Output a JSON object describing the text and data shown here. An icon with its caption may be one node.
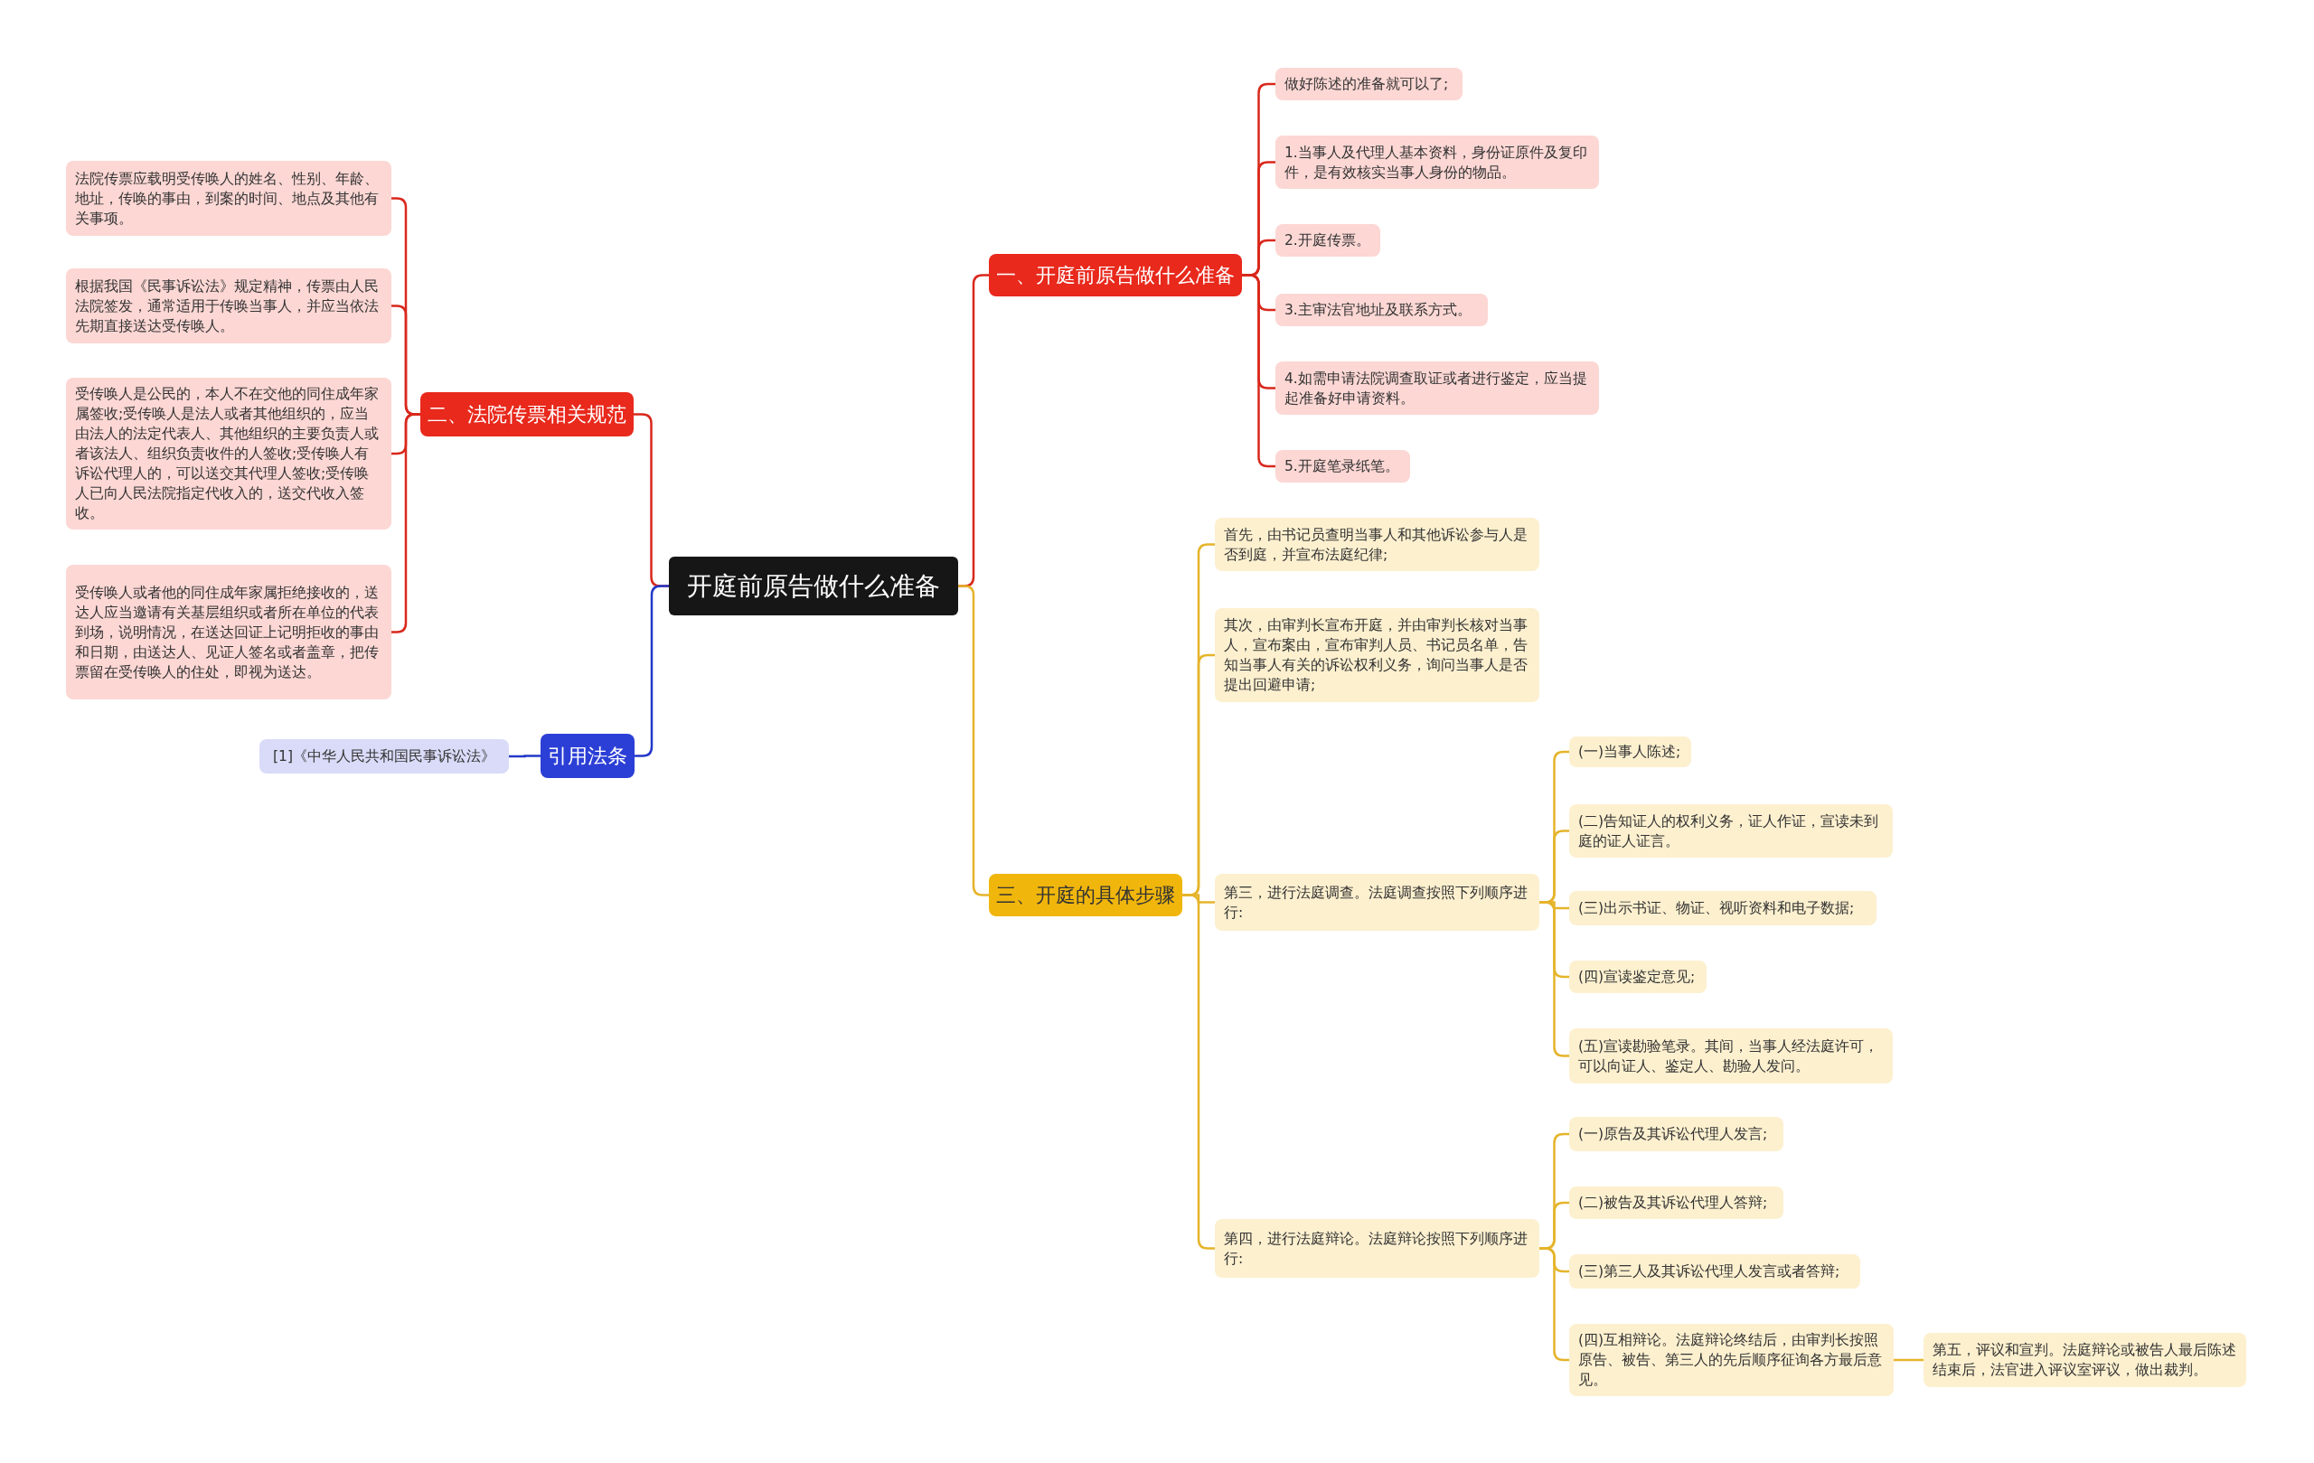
{
  "diagram": {
    "nodes": [
      {
        "text": [
          "开庭前原告做什么准备"
        ]
      },
      {
        "text": [
          "一、开庭前原告做什么准备"
        ]
      },
      {
        "text": [
          "做好陈述的准备就可以了;"
        ]
      },
      {
        "text": [
          "1.当事人及代理人基本资料，身份证原件及复印件，是有效核实当事人身份的物品。"
        ]
      },
      {
        "text": [
          "2.开庭传票。"
        ]
      },
      {
        "text": [
          "3.主审法官地址及联系方式。"
        ]
      },
      {
        "text": [
          "4.如需申请法院调查取证或者进行鉴定，应当提起准备好申请资料。"
        ]
      },
      {
        "text": [
          "5.开庭笔录纸笔。"
        ]
      },
      {
        "text": [
          "三、开庭的具体步骤"
        ]
      },
      {
        "text": [
          "首先，由书记员查明当事人和其他诉讼参与人是否到庭，并宣布法庭纪律;"
        ]
      },
      {
        "text": [
          "其次，由审判长宣布开庭，并由审判长核对当事人，宣布案由，宣布审判人员、书记员名单，告知当事人有关的诉讼权利义务，询问当事人是否提出回避申请;"
        ]
      },
      {
        "text": [
          "第三，进行法庭调查。法庭调查按照下列顺序进行:"
        ]
      },
      {
        "text": [
          "(一)当事人陈述;"
        ]
      },
      {
        "text": [
          "(二)告知证人的权利义务，证人作证，宣读未到庭的证人证言。"
        ]
      },
      {
        "text": [
          "(三)出示书证、物证、视听资料和电子数据;"
        ]
      },
      {
        "text": [
          "(四)宣读鉴定意见;"
        ]
      },
      {
        "text": [
          "(五)宣读勘验笔录。其间，当事人经法庭许可，可以向证人、鉴定人、勘验人发问。"
        ]
      },
      {
        "text": [
          "第四，进行法庭辩论。法庭辩论按照下列顺序进行:"
        ]
      },
      {
        "text": [
          "(一)原告及其诉讼代理人发言;"
        ]
      },
      {
        "text": [
          "(二)被告及其诉讼代理人答辩;"
        ]
      },
      {
        "text": [
          "(三)第三人及其诉讼代理人发言或者答辩;"
        ]
      },
      {
        "text": [
          "(四)互相辩论。法庭辩论终结后，由审判长按照原告、被告、第三人的先后顺序征询各方最后意见。"
        ]
      },
      {
        "text": [
          "第五，评议和宣判。法庭辩论或被告人最后陈述结束后，法官进入评议室评议，做出裁判。"
        ]
      },
      {
        "text": [
          "二、法院传票相关规范"
        ]
      },
      {
        "text": [
          "法院传票应载明受传唤人的姓名、性别、年龄、地址，传唤的事由，到案的时间、地点及其他有关事项。"
        ]
      },
      {
        "text": [
          "根据我国《民事诉讼法》规定精神，传票由人民法院签发，通常适用于传唤当事人，并应当依法先期直接送达受传唤人。"
        ]
      },
      {
        "text": [
          "受传唤人是公民的，本人不在交他的同住成年家属签收;受传唤人是法人或者其他组织的，应当由法人的法定代表人、其他组织的主要负责人或者该法人、组织负责收件的人签收;受传唤人有诉讼代理人的，可以送交其代理人签收;受传唤人已向人民法院指定代收入的，送交代收入签收。"
        ]
      },
      {
        "text": [
          "受传唤人或者他的同住成年家属拒绝接收的，送达人应当邀请有关基层组织或者所在单位的代表到场，说明情况，在送达回证上记明拒收的事由和日期，由送达人、见证人签名或者盖章，把传票留在受传唤人的住处，即视为送达。"
        ]
      },
      {
        "text": [
          "引用法条"
        ]
      },
      {
        "text": [
          "[1]《中华人民共和国民事诉讼法》"
        ]
      }
    ],
    "edges": [
      {
        "from": 0,
        "to": 1,
        "arrow": "none",
        "color": "#d9281c"
      },
      {
        "from": 1,
        "to": 2,
        "arrow": "none",
        "color": "#d9281c"
      },
      {
        "from": 1,
        "to": 3,
        "arrow": "none",
        "color": "#d9281c"
      },
      {
        "from": 1,
        "to": 4,
        "arrow": "none",
        "color": "#d9281c"
      },
      {
        "from": 1,
        "to": 5,
        "arrow": "none",
        "color": "#d9281c"
      },
      {
        "from": 1,
        "to": 6,
        "arrow": "none",
        "color": "#d9281c"
      },
      {
        "from": 1,
        "to": 7,
        "arrow": "none",
        "color": "#d9281c"
      },
      {
        "from": 0,
        "to": 8,
        "arrow": "none"
      },
      {
        "from": 8,
        "to": 9,
        "arrow": "none"
      },
      {
        "from": 8,
        "to": 10,
        "arrow": "none"
      },
      {
        "from": 8,
        "to": 11,
        "arrow": "none"
      },
      {
        "from": 11,
        "to": 12,
        "arrow": "none"
      },
      {
        "from": 11,
        "to": 13,
        "arrow": "none"
      },
      {
        "from": 11,
        "to": 14,
        "arrow": "none"
      },
      {
        "from": 11,
        "to": 15,
        "arrow": "none"
      },
      {
        "from": 11,
        "to": 16,
        "arrow": "none"
      },
      {
        "from": 8,
        "to": 17,
        "arrow": "none"
      },
      {
        "from": 17,
        "to": 18,
        "arrow": "none"
      },
      {
        "from": 17,
        "to": 19,
        "arrow": "none"
      },
      {
        "from": 17,
        "to": 20,
        "arrow": "none"
      },
      {
        "from": 17,
        "to": 21,
        "arrow": "none"
      },
      {
        "from": 21,
        "to": 22,
        "arrow": "none"
      },
      {
        "from": 0,
        "to": 23,
        "arrow": "none",
        "color": "#d9281c"
      },
      {
        "from": 23,
        "to": 24,
        "arrow": "none",
        "color": "#d9281c"
      },
      {
        "from": 23,
        "to": 25,
        "arrow": "none",
        "color": "#d9281c"
      },
      {
        "from": 23,
        "to": 26,
        "arrow": "none",
        "color": "#d9281c"
      },
      {
        "from": 23,
        "to": 27,
        "arrow": "none",
        "color": "#d9281c"
      },
      {
        "from": 0,
        "to": 28,
        "arrow": "none",
        "color": "#2338c8"
      },
      {
        "from": 28,
        "to": 29,
        "arrow": "none",
        "color": "#2338c8"
      }
    ]
  }
}
